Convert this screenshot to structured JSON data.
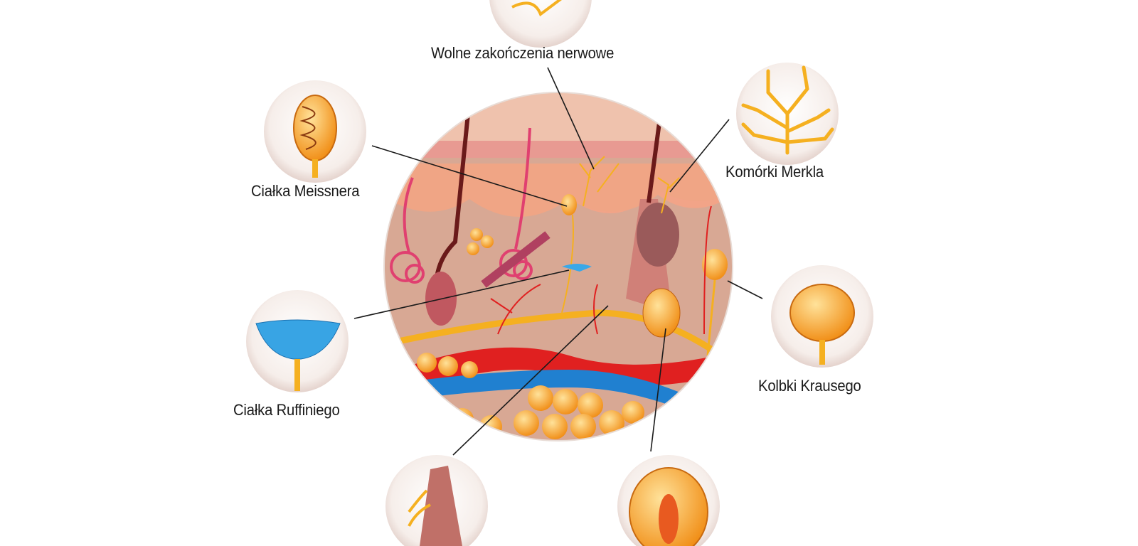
{
  "labels": {
    "free_nerve_endings": "Wolne zakończenia nerwowe",
    "meissner": "Ciałka Meissnera",
    "merkel": "Komórki Merkla",
    "ruffini": "Ciałka Ruffiniego",
    "krause": "Kolbki Krausego"
  },
  "colors": {
    "skin": "#e8b8a4",
    "epidermis": "#f0a080",
    "nerve": "#f5b020",
    "artery": "#e02020",
    "vein": "#2080d0",
    "ruffini": "#30a0e0",
    "fat": "#f5b030"
  }
}
